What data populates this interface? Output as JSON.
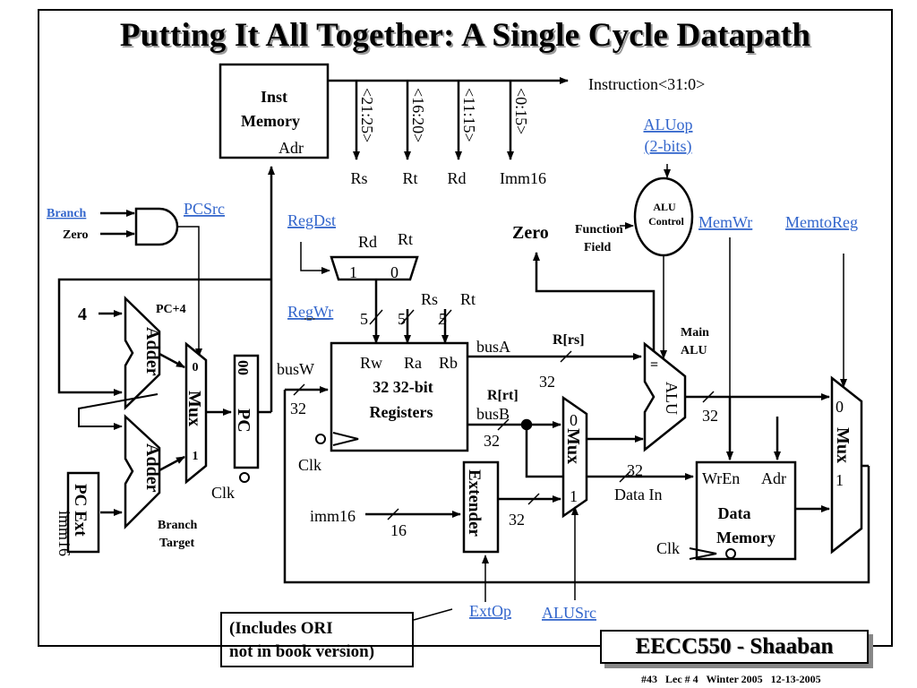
{
  "slide": {
    "title": "Putting It All Together: A Single Cycle Datapath",
    "course": "EECC550 - Shaaban",
    "footer": "#43   Lec # 4   Winter 2005   12-13-2005",
    "note_line1": "(Includes ORI",
    "note_line2": "not in book version)"
  },
  "diagram": {
    "inst_memory": {
      "line1": "Inst",
      "line2": "Memory",
      "adr": "Adr"
    },
    "instruction": "Instruction<31:0>",
    "fields": {
      "f1": "<21:25>",
      "f2": "<16:20>",
      "f3": "<11:15>",
      "f4": "<0:15>"
    },
    "field_names": {
      "rs": "Rs",
      "rt": "Rt",
      "rd": "Rd",
      "imm16": "Imm16"
    },
    "controls": {
      "aluop": "ALUop",
      "aluop_bits": "(2-bits)",
      "pcsrc": "PCSrc",
      "regdst": "RegDst",
      "regwr": "RegWr",
      "memwr": "MemWr",
      "memtoreg": "MemtoReg",
      "extop": "ExtOp",
      "alusrc": "ALUSrc"
    },
    "branch": "Branch",
    "zero": "Zero",
    "zero_big": "Zero",
    "alu_control_1": "ALU",
    "alu_control_2": "Control",
    "function_field_1": "Function",
    "function_field_2": "Field",
    "four": "4",
    "pc_plus4": "PC+4",
    "adder": "Adder",
    "mux": "Mux",
    "zero_in": "0",
    "one_in": "1",
    "pc": "PC",
    "pc_00": "00",
    "clk": "Clk",
    "pc_ext": "PC Ext",
    "imm16_side": "imm16",
    "branch_target_1": "Branch",
    "branch_target_2": "Target",
    "regdst_rd": "Rd",
    "regdst_rt": "Rt",
    "regdst_in1": "1",
    "regdst_in0": "0",
    "rs_in": "Rs",
    "rt_in": "Rt",
    "bits5": "5",
    "bits32": "32",
    "bits16": "16",
    "busw": "busW",
    "busa": "busA",
    "busb": "busB",
    "rw": "Rw",
    "ra": "Ra",
    "rb": "Rb",
    "regfile_1": "32 32-bit",
    "regfile_2": "Registers",
    "r_rs": "R[rs]",
    "r_rt": "R[rt]",
    "imm16": "imm16",
    "extender": "Extender",
    "main_alu_1": "Main",
    "main_alu_2": "ALU",
    "alu": "ALU",
    "alu_eq": "=",
    "data_in": "Data In",
    "wren": "WrEn",
    "adr": "Adr",
    "data_mem_1": "Data",
    "data_mem_2": "Memory"
  }
}
